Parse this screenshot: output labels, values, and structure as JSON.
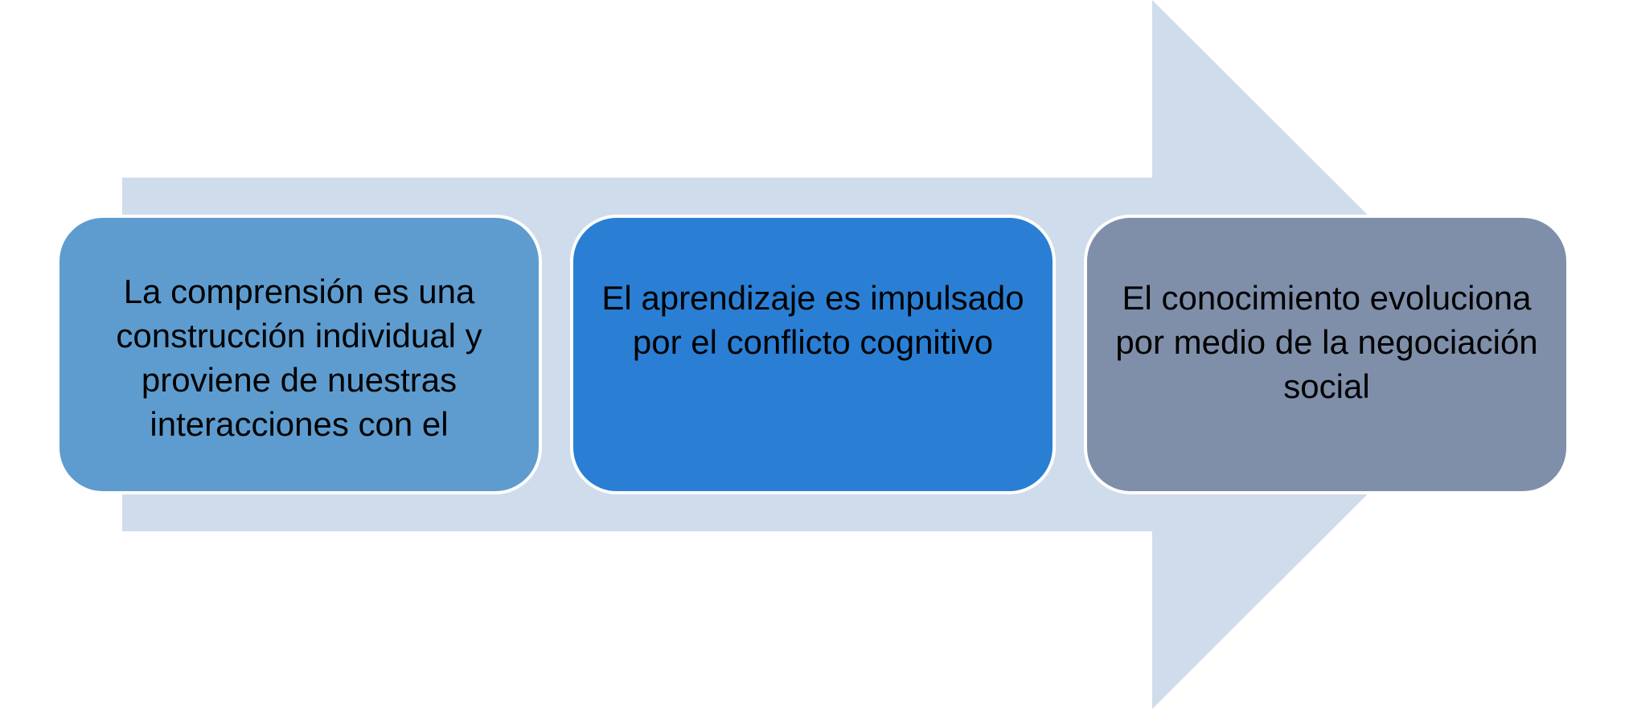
{
  "colors": {
    "arrow": "#cfdcec",
    "step_1": "#5e9ccf",
    "step_2": "#2a7fd4",
    "step_3": "#7f8faa",
    "box_border": "#ffffff",
    "text": "#000000"
  },
  "steps": [
    {
      "text": "La comprensión es una construcción individual y proviene de nuestras interacciones con el"
    },
    {
      "text": "El aprendizaje es impulsado por el conflicto cognitivo"
    },
    {
      "text": "El conocimiento evoluciona por medio de la negociación social"
    }
  ]
}
